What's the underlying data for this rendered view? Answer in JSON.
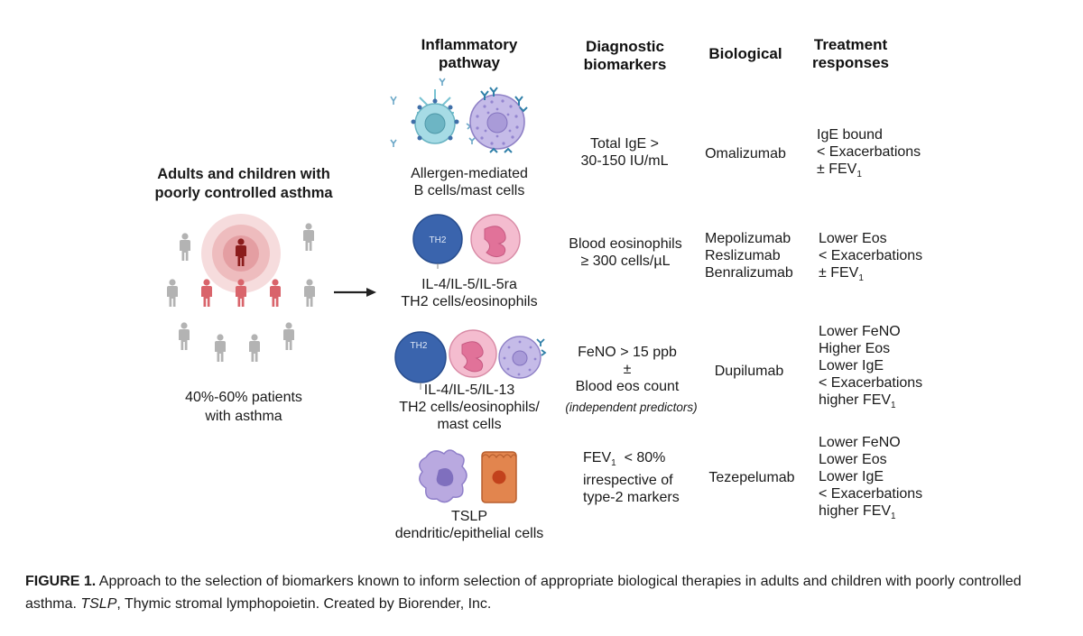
{
  "headers": {
    "pathway": "Inflammatory\npathway",
    "biomarkers": "Diagnostic\nbiomarkers",
    "biological": "Biological",
    "responses": "Treatment\nresponses"
  },
  "left": {
    "title": "Adults and children with\npoorly controlled asthma",
    "stat": "40%-60% patients\nwith asthma"
  },
  "cell_labels": {
    "th2": "TH2"
  },
  "rows": [
    {
      "pathway": "Allergen-mediated\nB cells/mast cells",
      "biomarker": "Total IgE >\n30-150 IU/mL",
      "biological": "Omalizumab",
      "response_lines": [
        "IgE bound",
        "< Exacerbations",
        "± FEV"
      ]
    },
    {
      "pathway": "IL-4/IL-5/IL-5ra\nTH2 cells/eosinophils",
      "biomarker": "Blood eosinophils\n≥ 300 cells/µL",
      "biological": "Mepolizumab\nReslizumab\nBenralizumab",
      "response_lines": [
        "Lower Eos",
        "< Exacerbations",
        "± FEV"
      ]
    },
    {
      "pathway": "IL-4/IL-5/IL-13\nTH2 cells/eosinophils/\nmast cells",
      "biomarker": "FeNO > 15 ppb\n±\nBlood eos count",
      "biomarker_note": "(independent predictors)",
      "biological": "Dupilumab",
      "response_lines": [
        "Lower FeNO",
        "Higher Eos",
        "Lower IgE",
        "< Exacerbations",
        "higher FEV"
      ]
    },
    {
      "pathway": "TSLP\ndendritic/epithelial cells",
      "biomarker_first": "FEV",
      "biomarker_first_rest": "  < 80%",
      "biomarker_rest": "irrespective of\ntype-2 markers",
      "biological": "Tezepelumab",
      "response_lines": [
        "Lower FeNO",
        "Lower Eos",
        "Lower IgE",
        "< Exacerbations",
        "higher FEV"
      ]
    }
  ],
  "subscript_one": "1",
  "caption": {
    "label": "FIGURE 1.",
    "text_a": " Approach to the selection of biomarkers known to inform selection of appropriate biological therapies in adults and children with poorly controlled asthma. ",
    "abbr": "TSLP",
    "text_b": ", Thymic stromal lymphopoietin. Created by Biorender, Inc."
  },
  "colors": {
    "person_gray": "#b3b3b3",
    "person_red": "#d9646b",
    "person_dark": "#8b1c1c",
    "halo": "#e8a9ac",
    "th2_blue": "#3a64ad",
    "eos_pink": "#f0a9c0",
    "mast_purple": "#9d8fd0",
    "bcell_teal": "#79c3d2",
    "epithelial_orange": "#e2854e"
  }
}
